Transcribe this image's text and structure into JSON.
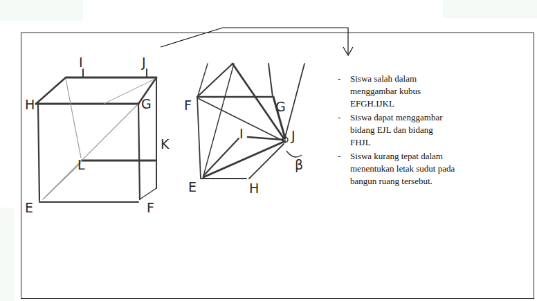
{
  "diagram": {
    "nodes": [
      {
        "text": [
          "Siswa salah dalam menggambar kubus EFGH.IJKL",
          "Siswa dapat menggambar bidang EJL dan bidang FHJL",
          "Siswa kurang tepat dalam menentukan letak sudut pada bangun ruang tersebut."
        ]
      }
    ],
    "labels": [
      "I",
      "J",
      "H",
      "G",
      "K",
      "L",
      "E",
      "F",
      "F",
      "G",
      "I",
      "J",
      "E",
      "H",
      "β",
      "-",
      "-",
      "-"
    ]
  }
}
